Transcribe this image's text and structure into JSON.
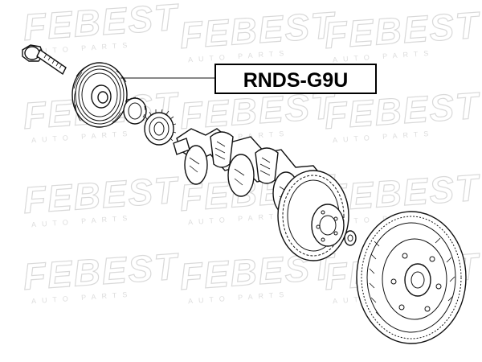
{
  "diagram": {
    "part_label": "RNDS-G9U",
    "watermark": {
      "brand": "FEBEST",
      "tagline": "AUTO PARTS"
    }
  }
}
